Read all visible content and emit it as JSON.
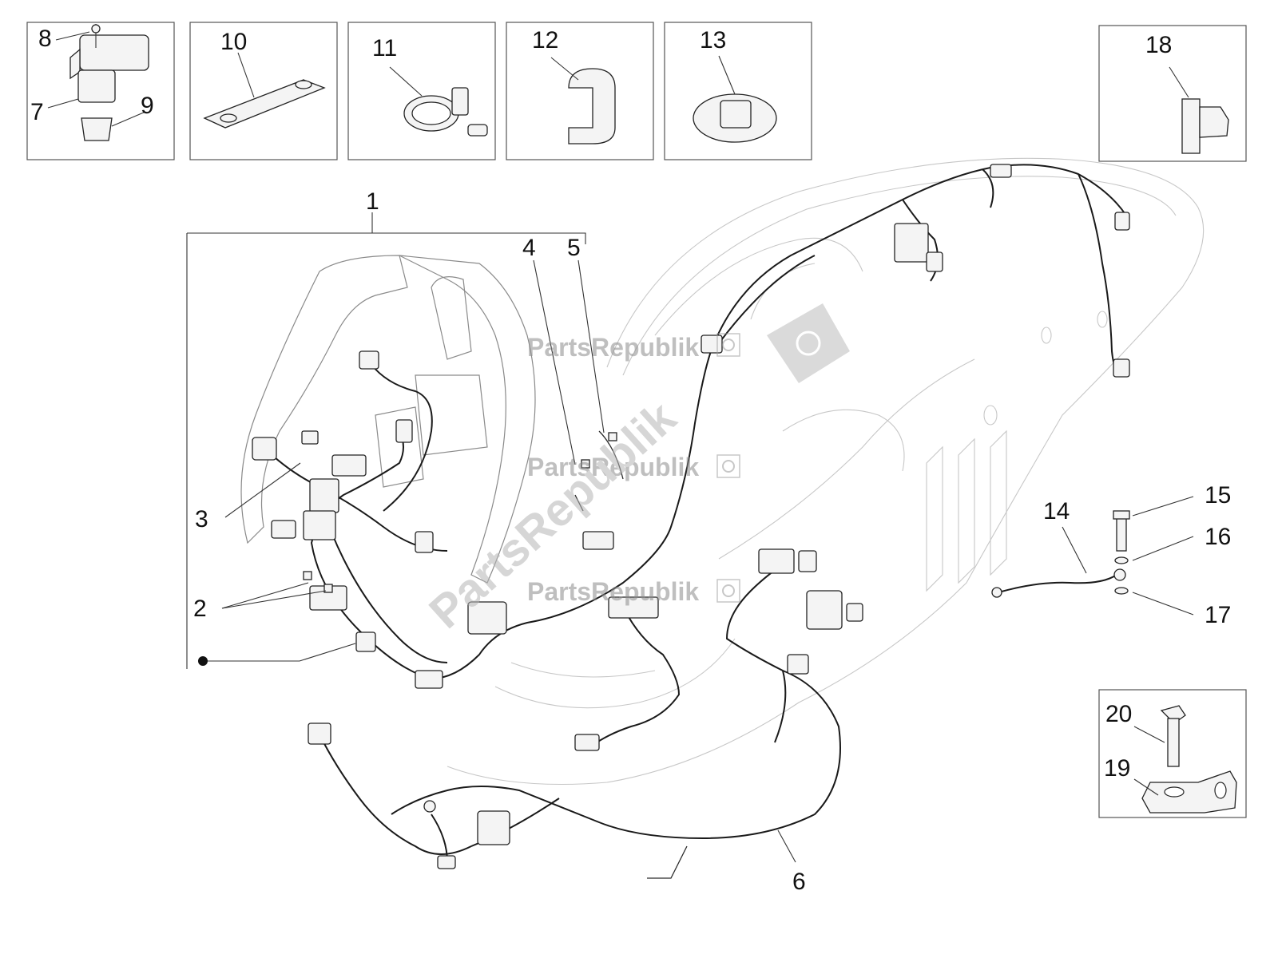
{
  "diagram": {
    "callouts": {
      "c1": "1",
      "c2": "2",
      "c3": "3",
      "c4": "4",
      "c5": "5",
      "c6": "6",
      "c7": "7",
      "c8": "8",
      "c9": "9",
      "c10": "10",
      "c11": "11",
      "c12": "12",
      "c13": "13",
      "c14": "14",
      "c15": "15",
      "c16": "16",
      "c17": "17",
      "c18": "18",
      "c19": "19",
      "c20": "20"
    },
    "watermark": {
      "label": "PartsRepublik",
      "diagonal": "PartsRepublik"
    }
  }
}
